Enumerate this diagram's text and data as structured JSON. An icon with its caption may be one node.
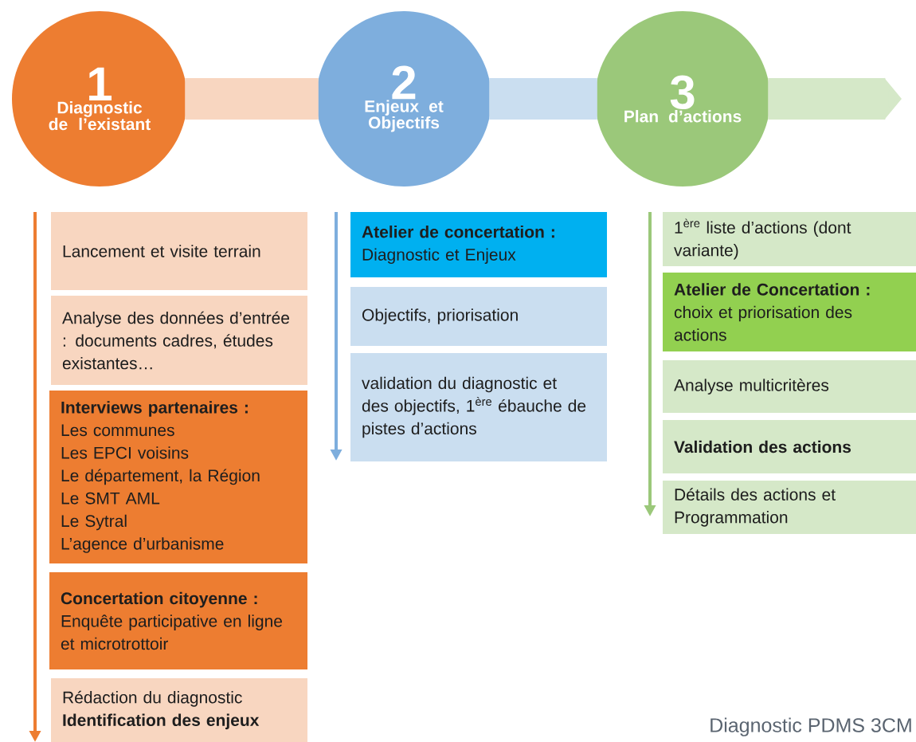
{
  "diagram": {
    "nodes": [
      {
        "text": [
          "1",
          "Diagnostic de l’existant"
        ]
      },
      {
        "text": [
          "2",
          "Enjeux et Objectifs"
        ]
      },
      {
        "text": [
          "3",
          "Plan d’actions"
        ]
      },
      {
        "text": [
          "Lancement et visite terrain"
        ]
      },
      {
        "text": [
          "Analyse des données d’entrée : documents cadres, études existantes…"
        ]
      },
      {
        "text": [
          "Interviews partenaires :",
          "Les communes",
          "Les EPCI voisins",
          "Le département, la Région",
          "Le SMT AML",
          "Le Sytral",
          "L’agence d’urbanisme"
        ]
      },
      {
        "text": [
          "Concertation citoyenne :",
          "Enquête participative en ligne et microtrottoir"
        ]
      },
      {
        "text": [
          "Rédaction du diagnostic",
          "Identification des enjeux"
        ]
      },
      {
        "text": [
          "Atelier de concertation :",
          "Diagnostic et Enjeux"
        ]
      },
      {
        "text": [
          "Objectifs, priorisation"
        ]
      },
      {
        "text": [
          "validation du diagnostic et des objectifs, 1$^{ère}$ ébauche de pistes d’actions"
        ]
      },
      {
        "text": [
          "1$^{ère}$ liste d’actions (dont variante)"
        ]
      },
      {
        "text": [
          "Atelier de Concertation :",
          "choix et priorisation des actions"
        ]
      },
      {
        "text": [
          "Analyse multicritères"
        ]
      },
      {
        "text": [
          "Validation des actions"
        ]
      },
      {
        "text": [
          "Détails des actions et Programmation"
        ]
      }
    ],
    "edges": [
      {
        "from": 0,
        "to": 1,
        "arrow": "none",
        "color": "#f8d6c0"
      },
      {
        "from": 1,
        "to": 2,
        "arrow": "none",
        "color": "#cadef0"
      },
      {
        "from": 2,
        "to": null,
        "arrow": "to",
        "color": "#d5e8c8"
      }
    ],
    "labels": [
      "Diagnostic PDMS 3CM"
    ]
  }
}
